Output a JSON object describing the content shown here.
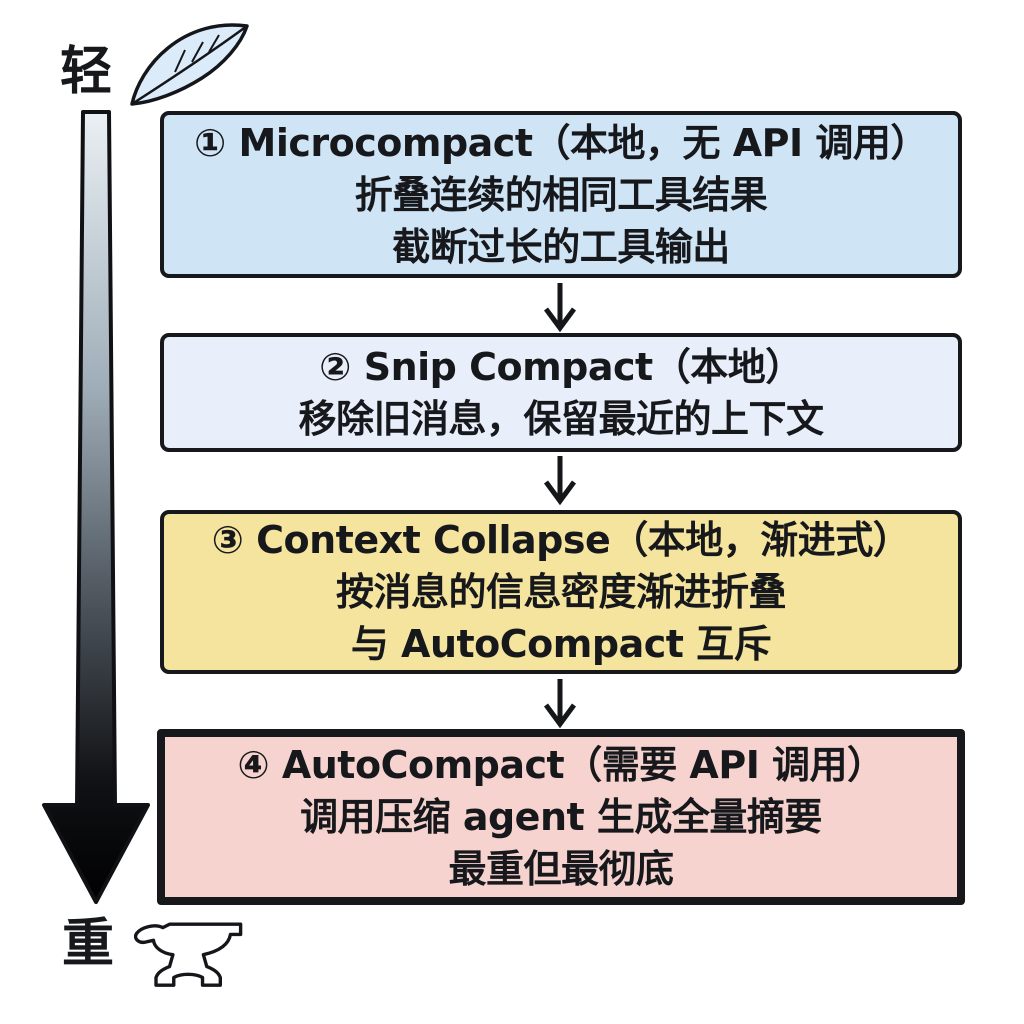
{
  "scale": {
    "light": {
      "label": "轻",
      "icon": "feather-icon"
    },
    "heavy": {
      "label": "重",
      "icon": "anvil-icon"
    },
    "arrow_top_color": "#eaf0f5",
    "arrow_mid_color": "#6d7a85",
    "arrow_bottom_color": "#000000"
  },
  "colors": {
    "border": "#17181c",
    "text": "#17181c",
    "background": "#ffffff",
    "feather_fill": "#dcebfa"
  },
  "flow": {
    "boxes": [
      {
        "title": "① Microcompact（本地，无 API 调用）",
        "lines": [
          "折叠连续的相同工具结果",
          "截断过长的工具输出"
        ],
        "bg": "#cfe4f5"
      },
      {
        "title": "② Snip Compact（本地）",
        "lines": [
          "移除旧消息，保留最近的上下文"
        ],
        "bg": "#e9effa"
      },
      {
        "title": "③ Context Collapse（本地，渐进式）",
        "lines": [
          "按消息的信息密度渐进折叠",
          "与 AutoCompact 互斥"
        ],
        "bg": "#f4e49d"
      },
      {
        "title": "④ AutoCompact（需要 API 调用）",
        "lines": [
          "调用压缩 agent 生成全量摘要",
          "最重但最彻底"
        ],
        "bg": "#f6d3cf"
      }
    ]
  }
}
